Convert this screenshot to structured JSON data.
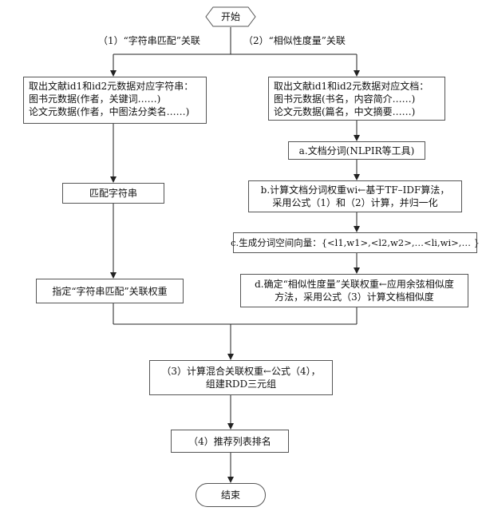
{
  "start": {
    "label": "开始"
  },
  "end": {
    "label": "结束"
  },
  "branches": {
    "left_label": "（1）“字符串匹配”关联",
    "right_label": "（2）“相似性度量”关联"
  },
  "left": {
    "extract": {
      "line1": "取出文献id1和id2元数据对应字符串：",
      "line2": "图书元数据(作者，关键词……)",
      "line3": "论文元数据(作者，中图法分类名……)"
    },
    "match": "匹配字符串",
    "weight": "指定“字符串匹配”关联权重"
  },
  "right": {
    "extract": {
      "line1": "取出文献id1和id2元数据对应文档：",
      "line2": "图书元数据(书名，内容简介……)",
      "line3": "论文元数据(篇名，中文摘要……)"
    },
    "step_a": "a.文档分词(NLPIR等工具)",
    "step_b": {
      "line1": "b.计算文档分词权重wi←基于TF–IDF算法，",
      "line2": "采用公式（1）和（2）计算，并归一化"
    },
    "step_c": "c.生成分词空间向量：{<l1,w1>,<l2,w2>,…<li,wi>,… }",
    "step_d": {
      "line1": "d.确定“相似性度量”关联权重←应用余弦相似度",
      "line2": "方法，采用公式（3）计算文档相似度"
    }
  },
  "merge": {
    "line1": "（3）计算混合关联权重←公式（4），",
    "line2": "组建RDD三元组"
  },
  "rank": "（4）推荐列表排名"
}
